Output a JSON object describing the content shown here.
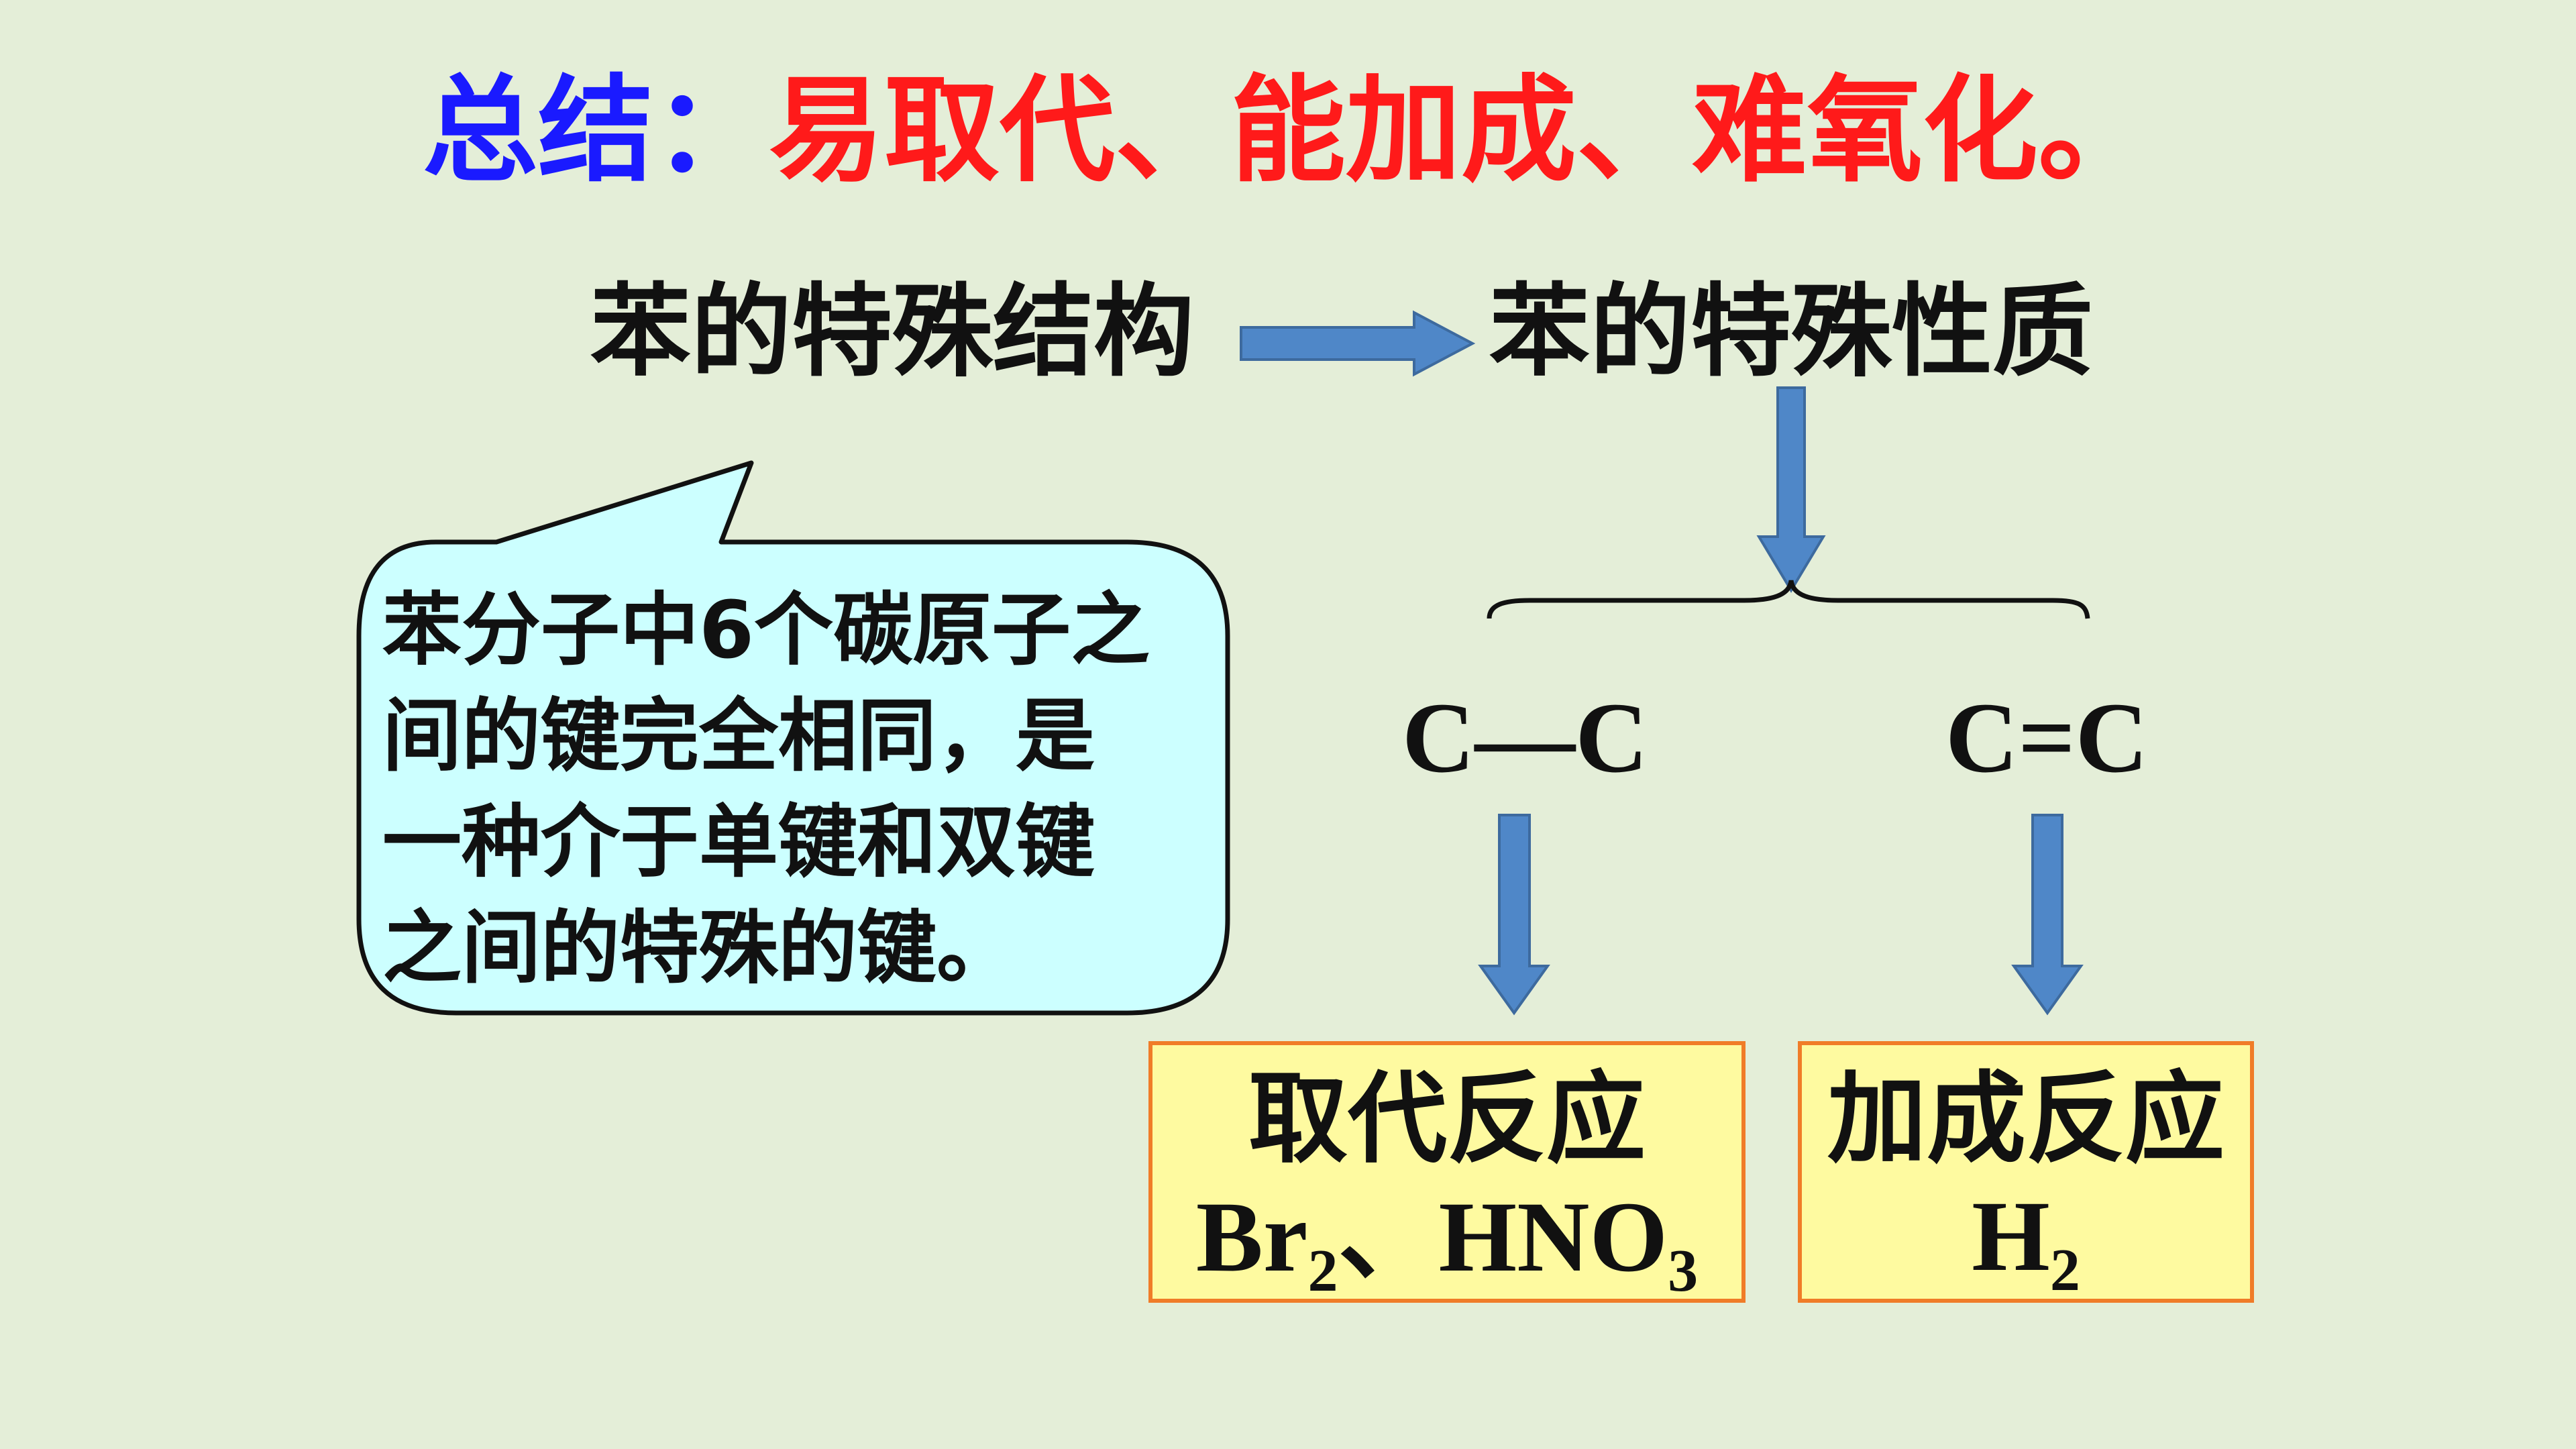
{
  "title": {
    "lead": "总结：",
    "rest": "易取代、能加成、难氧化。"
  },
  "structure_label": "苯的特殊结构",
  "property_label": "苯的特殊性质",
  "bubble": {
    "lines": [
      "苯分子中6个碳原子之",
      "间的键完全相同，是",
      "一种介于单键和双键",
      "之间的特殊的键。"
    ]
  },
  "single_bond": "C—C",
  "double_bond": "C=C",
  "substitution": {
    "title": "取代反应",
    "r1": "Br",
    "r1_sub": "2",
    "sep": "、",
    "r2": "HNO",
    "r2_sub": "3"
  },
  "addition": {
    "title": "加成反应",
    "r1": "H",
    "r1_sub": "2"
  },
  "colors": {
    "title_lead": "#1a1aff",
    "title_rest": "#ff1a1a",
    "arrow": "#4f87c8",
    "bubble_fill": "#ccffff",
    "box_fill": "#fefaa0",
    "box_border": "#f07c28"
  }
}
